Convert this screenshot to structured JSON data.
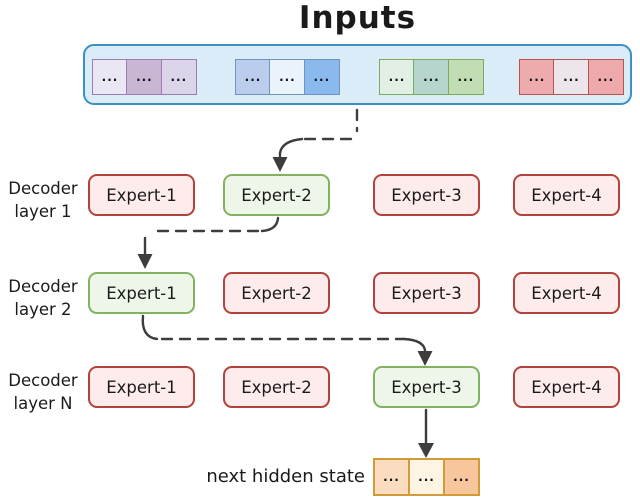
{
  "title": "Inputs",
  "token": "...",
  "inputs": {
    "container_bg": "#d9ecf8",
    "container_border": "#3e8fc4",
    "groups": [
      {
        "name": "purple-token-group",
        "border": "#9e7bb5",
        "cells": [
          "#e9e7f3",
          "#c9b5d4",
          "#dcd4e9"
        ]
      },
      {
        "name": "blue-token-group",
        "border": "#7193c1",
        "cells": [
          "#bacdec",
          "#eaf2fa",
          "#8ab9ee"
        ]
      },
      {
        "name": "green-token-group",
        "border": "#7cab5e",
        "cells": [
          "#e2efe5",
          "#b5d5cd",
          "#c2dcb4"
        ]
      },
      {
        "name": "red-token-group",
        "border": "#b85450",
        "cells": [
          "#eeabad",
          "#ece6ec",
          "#eda9ab"
        ]
      }
    ]
  },
  "expert_styles": {
    "default": {
      "bg": "#fdeceb",
      "border": "#b2423b"
    },
    "selected": {
      "bg": "#eef6e9",
      "border": "#80b261"
    }
  },
  "layers": [
    {
      "label_line1": "Decoder",
      "label_line2": "layer 1",
      "experts": [
        {
          "label": "Expert-1",
          "selected": false
        },
        {
          "label": "Expert-2",
          "selected": true
        },
        {
          "label": "Expert-3",
          "selected": false
        },
        {
          "label": "Expert-4",
          "selected": false
        }
      ]
    },
    {
      "label_line1": "Decoder",
      "label_line2": "layer 2",
      "experts": [
        {
          "label": "Expert-1",
          "selected": true
        },
        {
          "label": "Expert-2",
          "selected": false
        },
        {
          "label": "Expert-3",
          "selected": false
        },
        {
          "label": "Expert-4",
          "selected": false
        }
      ]
    },
    {
      "label_line1": "Decoder",
      "label_line2": "layer N",
      "experts": [
        {
          "label": "Expert-1",
          "selected": false
        },
        {
          "label": "Expert-2",
          "selected": false
        },
        {
          "label": "Expert-3",
          "selected": true
        },
        {
          "label": "Expert-4",
          "selected": false
        }
      ]
    }
  ],
  "output": {
    "label": "next hidden state",
    "border": "#d29b38",
    "cells": [
      "#fbdcc0",
      "#fdf4e3",
      "#f8c69c"
    ]
  },
  "arrow_color": "#3d3d3d"
}
